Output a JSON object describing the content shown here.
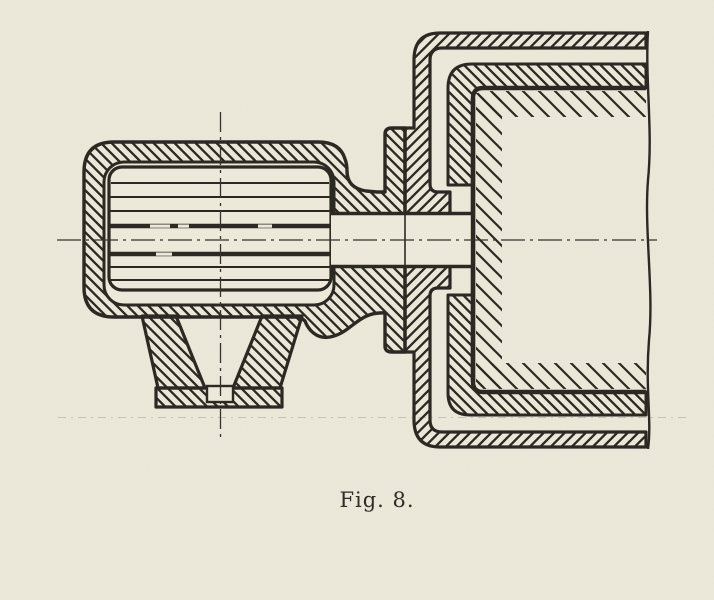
{
  "figure": {
    "caption": "Fig. 8.",
    "number": "8",
    "kind": "engineering cross-section drawing",
    "subject": "flange-mounted electric motor coupled to a machine housing (sectional view)"
  },
  "colors": {
    "paper": "#ece9db",
    "ink": "#2b2922",
    "faint_line": "#9a927a"
  },
  "parts": [
    {
      "name": "motor-casing"
    },
    {
      "name": "stator-rotor-core"
    },
    {
      "name": "motor-foot"
    },
    {
      "name": "shaft"
    },
    {
      "name": "flange-joint"
    },
    {
      "name": "bell-housing"
    },
    {
      "name": "inner-end-shield"
    },
    {
      "name": "machine-block"
    },
    {
      "name": "break-line"
    },
    {
      "name": "centerlines"
    }
  ]
}
